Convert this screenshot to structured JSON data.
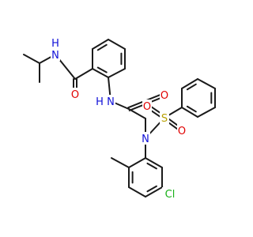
{
  "colors": {
    "bond": "#1a1a1a",
    "background": "#ffffff",
    "N": "#1010d8",
    "O": "#e00000",
    "S": "#b8a000",
    "Cl": "#18b018",
    "C": "#1a1a1a"
  },
  "atoms": [
    {
      "id": "amide_N",
      "text": "N",
      "element": "N"
    },
    {
      "id": "amide_H",
      "text": "H",
      "element": "N"
    },
    {
      "id": "amide_O",
      "text": "O",
      "element": "O"
    },
    {
      "id": "anilide_N",
      "text": "N",
      "element": "N"
    },
    {
      "id": "anilide_H",
      "text": "H",
      "element": "N"
    },
    {
      "id": "acyl_O",
      "text": "O",
      "element": "O"
    },
    {
      "id": "sulf_N",
      "text": "N",
      "element": "N"
    },
    {
      "id": "sulf_S",
      "text": "S",
      "element": "S"
    },
    {
      "id": "sulf_O1",
      "text": "O",
      "element": "O"
    },
    {
      "id": "sulf_O2",
      "text": "O",
      "element": "O"
    },
    {
      "id": "chloro",
      "text": "Cl",
      "element": "Cl"
    }
  ]
}
